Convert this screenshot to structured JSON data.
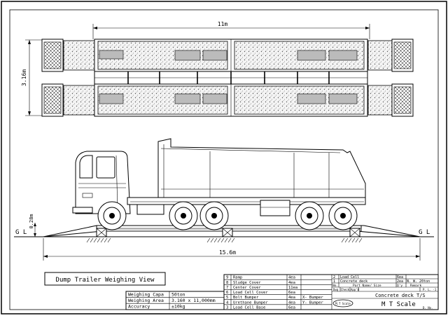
{
  "dimensions": {
    "top_length": "11m",
    "width": "3.16m",
    "total_length": "15.6m",
    "height": "0.28m",
    "ground_left": "G L",
    "ground_right": "G L"
  },
  "view_title": "Dump Trailer Weighing View",
  "specs": [
    {
      "label": "Weighing Capa",
      "value": "50ton"
    },
    {
      "label": "Weighing Area",
      "value": "3.160 x 11,000mm"
    },
    {
      "label": "Accuracy",
      "value": "±10kg"
    }
  ],
  "parts_left": [
    {
      "no": "9",
      "name": "Ramp",
      "qty": "4ea",
      "note": ""
    },
    {
      "no": "8",
      "name": "Sludge Cover",
      "qty": "4ea",
      "note": ""
    },
    {
      "no": "7",
      "name": "Center Cover",
      "qty": "11ea",
      "note": ""
    },
    {
      "no": "6",
      "name": "Load Cell Cover",
      "qty": "6ea",
      "note": ""
    },
    {
      "no": "5",
      "name": "Bolt Bumper",
      "qty": "4ea",
      "note": "X- Bumper"
    },
    {
      "no": "4",
      "name": "Urethane Bumper",
      "qty": "4ea",
      "note": "Y- Bumper"
    },
    {
      "no": "3",
      "name": "Load Cell Base",
      "qty": "6ea",
      "note": ""
    }
  ],
  "parts_right": [
    {
      "no": "2",
      "name": "Load Cell",
      "qty": "6ea",
      "note": ""
    },
    {
      "no": "1",
      "name": "Concrete deck",
      "qty": "2ea",
      "note": "N. W. 20ton"
    }
  ],
  "header_row": {
    "no": "No.",
    "name": "Part Name/ Size",
    "qty": "Q'y",
    "note": "Remark"
  },
  "small_row": {
    "a": "Dwg",
    "b": "Check",
    "c": "App'd",
    "d": "P. L. -1"
  },
  "product": "Concrete deck T/S",
  "company": "M T Scale",
  "company_logo": "M.T Scale",
  "sheet_no": "D. No."
}
